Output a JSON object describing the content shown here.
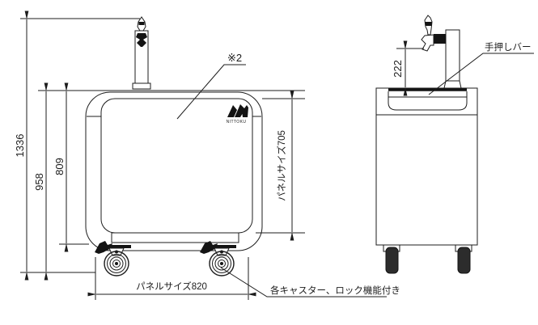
{
  "drawing": {
    "title_hint": "beverage server cart two-view technical drawing",
    "logo": {
      "brand": "NITTOKU"
    },
    "labels": {
      "note_ref": "※2",
      "push_bar": "手押しバー",
      "caster_note": "各キャスター、ロック機能付き"
    },
    "dimensions": {
      "overall_height": "1336",
      "body_height": "958",
      "panel_bottom_height": "809",
      "panel_height_label": "パネルサイズ705",
      "panel_width_label": "パネルサイズ820",
      "tap_clearance": "222"
    },
    "colors": {
      "line": "#1c1c1c",
      "background": "#ffffff",
      "dark_fill": "#141414"
    }
  }
}
